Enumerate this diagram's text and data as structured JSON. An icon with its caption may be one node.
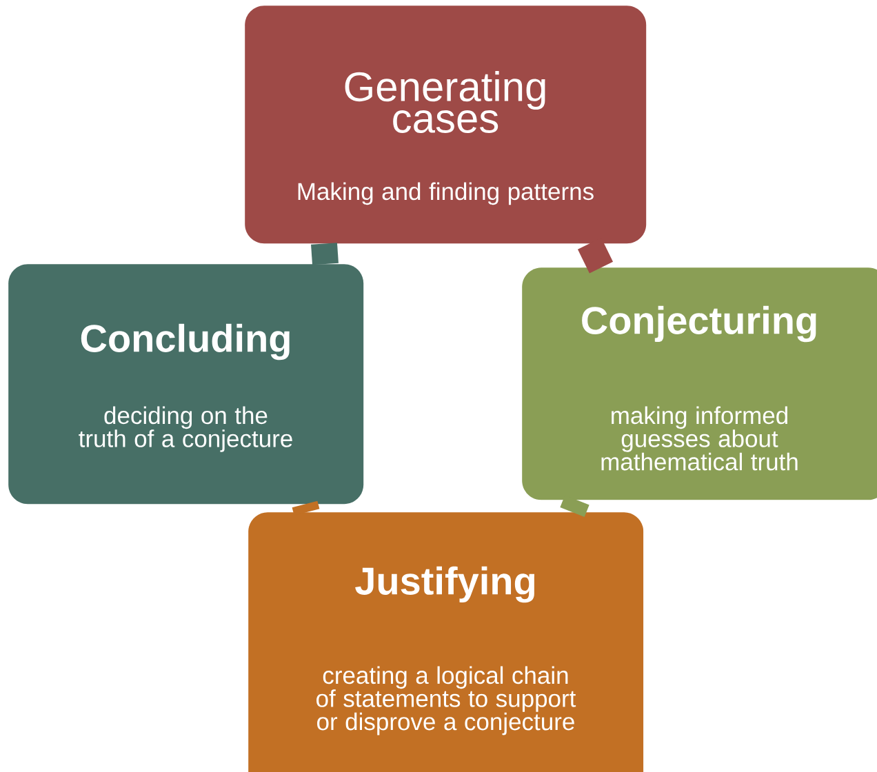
{
  "diagram": {
    "nodes": [
      {
        "text": [
          "Generating cases",
          "Making and finding patterns"
        ]
      },
      {
        "text": [
          "Conjecturing",
          "making informed guesses about mathematical truth"
        ]
      },
      {
        "text": [
          "Justifying",
          "creating a logical chain of statements to support or disprove a conjecture"
        ]
      },
      {
        "text": [
          "Concluding",
          "deciding on the truth of a conjecture"
        ]
      }
    ],
    "edges": [
      {
        "from": 0,
        "to": 1,
        "arrow": "none",
        "color": "#9e4a47"
      },
      {
        "from": 1,
        "to": 2,
        "arrow": "none",
        "color": "#8a9e55"
      },
      {
        "from": 2,
        "to": 3,
        "arrow": "none",
        "color": "#c27024"
      },
      {
        "from": 3,
        "to": 0,
        "arrow": "none",
        "color": "#476f66"
      }
    ]
  }
}
